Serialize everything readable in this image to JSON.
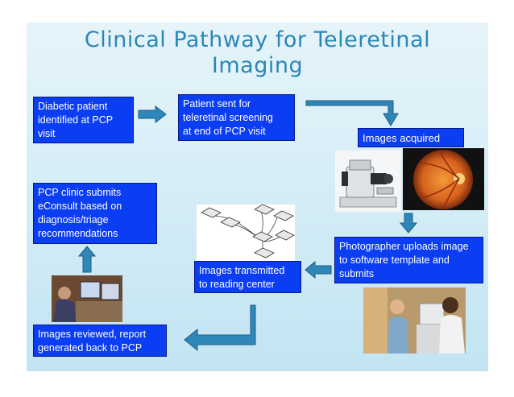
{
  "slide": {
    "title_line1": "Clinical Pathway for Teleretinal",
    "title_line2": "Imaging"
  },
  "steps": {
    "diabetic_patient": [
      "Diabetic patient",
      "identified at PCP",
      "visit"
    ],
    "patient_sent": [
      "Patient sent for",
      "teleretinal screening",
      "at end of PCP visit"
    ],
    "images_acquired": [
      "Images acquired"
    ],
    "photographer_uploads": [
      "Photographer uploads image",
      "to software template and",
      "submits"
    ],
    "images_transmitted": [
      "Images transmitted",
      "to reading center"
    ],
    "images_reviewed": [
      "Images reviewed, report",
      "generated back to PCP"
    ],
    "pcp_clinic_submits": [
      "PCP clinic submits",
      "eConsult based on",
      "diagnosis/triage",
      "recommendations"
    ]
  },
  "colors": {
    "box": "#0b3df2",
    "box_border": "#061a8c",
    "arrow": "#2f86b8",
    "title": "#2a87b5",
    "econsult_text": "#8fd3ff"
  }
}
